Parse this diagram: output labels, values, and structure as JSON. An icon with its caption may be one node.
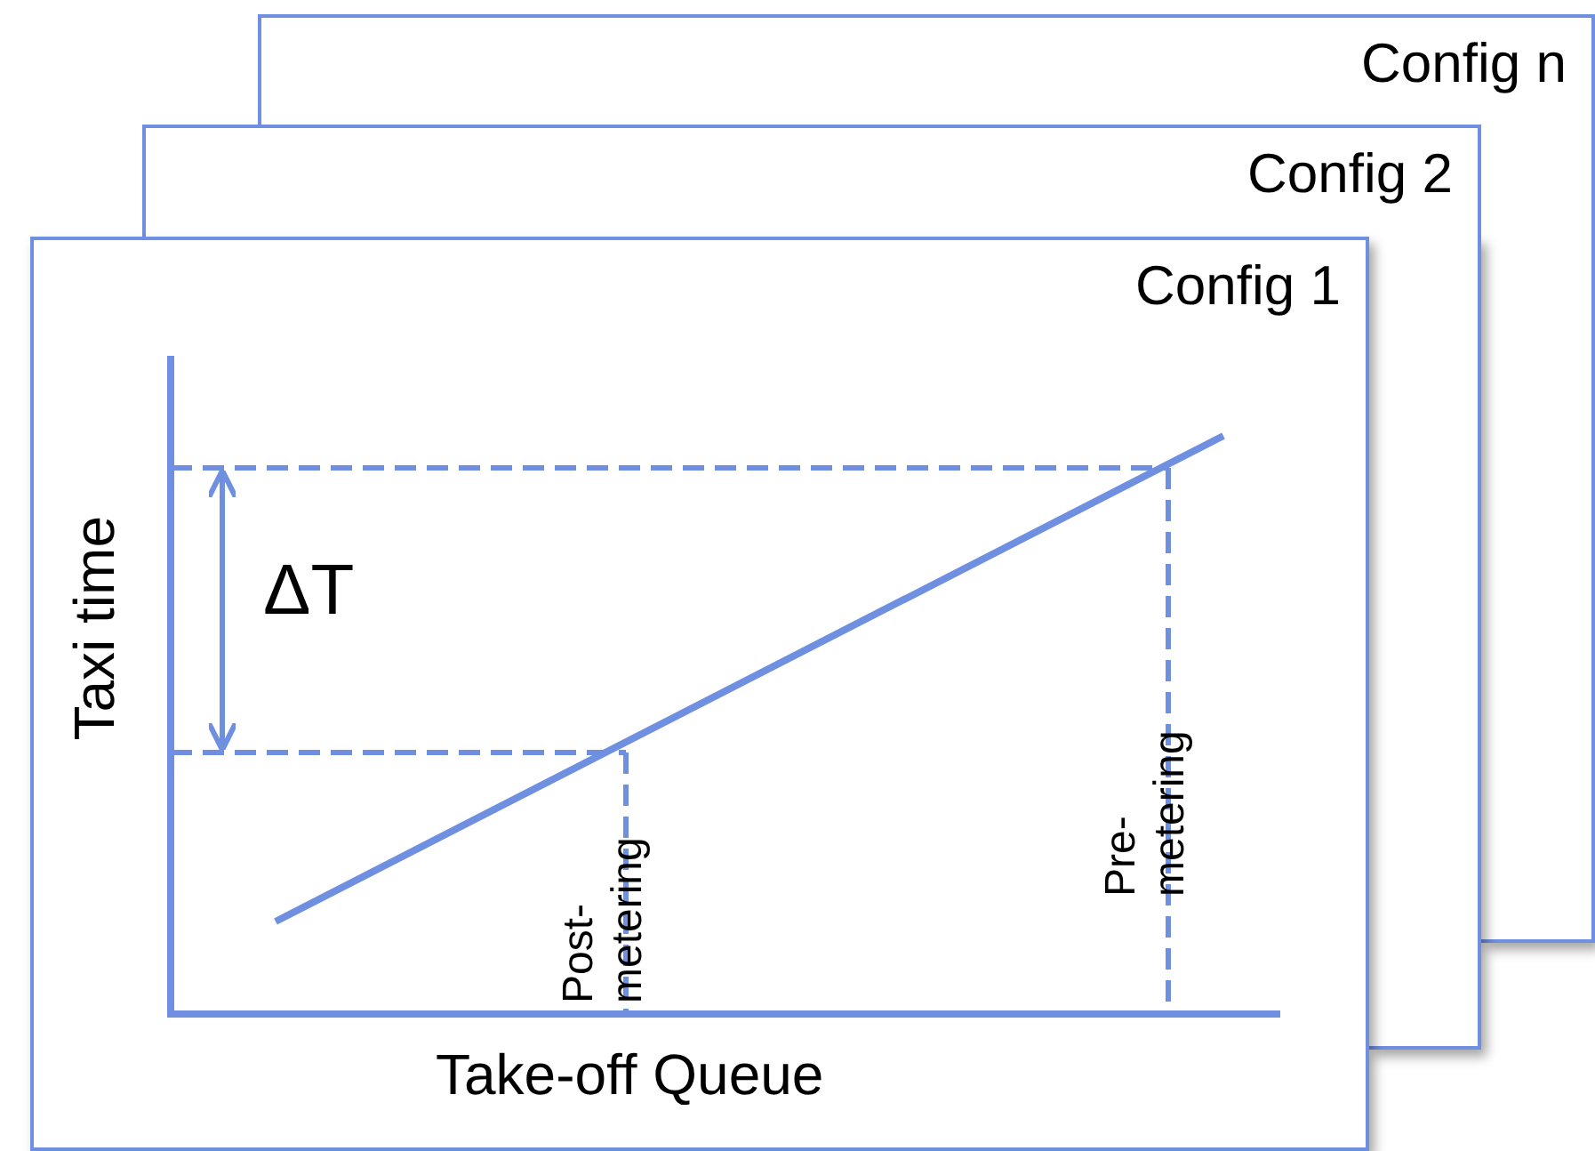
{
  "diagram": {
    "nodes": [
      {
        "text": [
          "Config n"
        ]
      },
      {
        "text": [
          "Config 2"
        ]
      },
      {
        "text": [
          "Config 1"
        ]
      }
    ],
    "edges": [],
    "labels": [
      "Taxi time",
      "ΔT",
      "Post-metering",
      "Pre-metering",
      "Take-off Queue"
    ]
  }
}
